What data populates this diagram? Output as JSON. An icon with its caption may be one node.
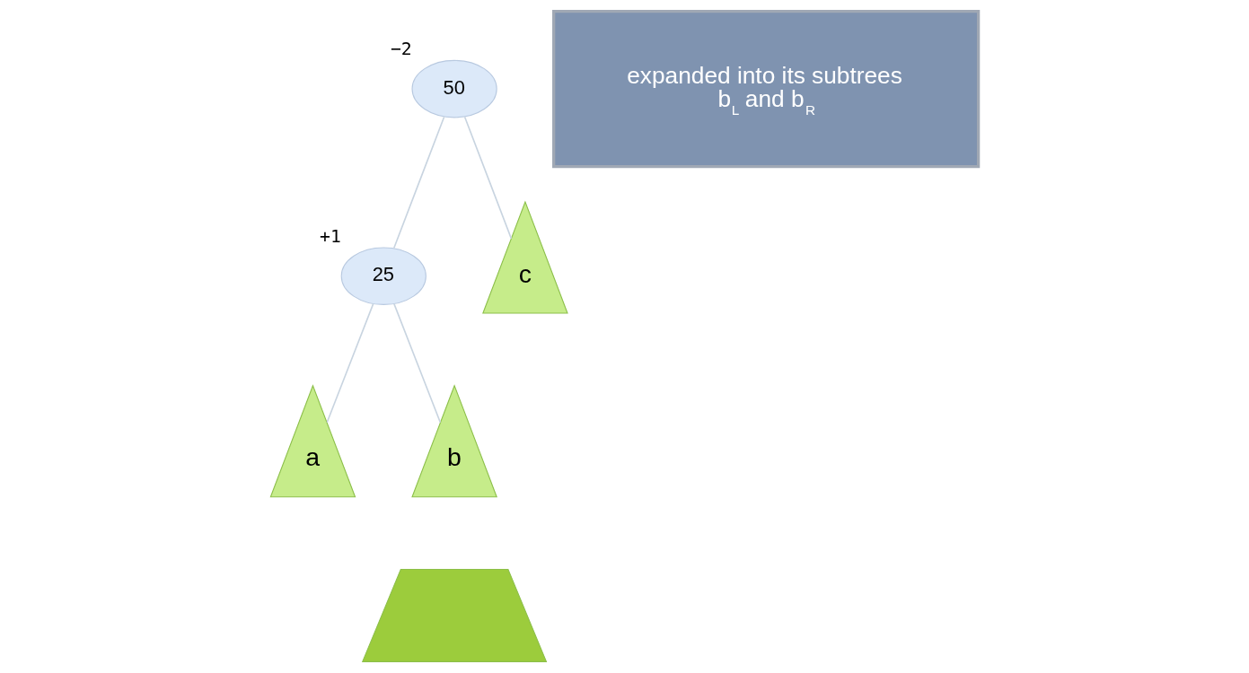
{
  "diagram": {
    "nodes": [
      {
        "text": [
          "50"
        ],
        "beside": [
          "−2"
        ]
      },
      {
        "text": [
          "25"
        ],
        "beside": [
          "+1"
        ]
      },
      {
        "text": [
          "a"
        ]
      },
      {
        "text": [
          "b"
        ]
      },
      {
        "text": [],
        "shape": "trapezoid"
      },
      {
        "text": [
          "c"
        ]
      },
      {
        "text": [
          "expanded into its subtrees b$_{L}$ and b$_{R}$"
        ]
      }
    ],
    "edges": [
      {
        "from": 0,
        "to": 1,
        "arrow": "none"
      },
      {
        "from": 0,
        "to": 5,
        "arrow": "none"
      },
      {
        "from": 1,
        "to": 2,
        "arrow": "none"
      },
      {
        "from": 1,
        "to": 3,
        "arrow": "none"
      }
    ]
  }
}
